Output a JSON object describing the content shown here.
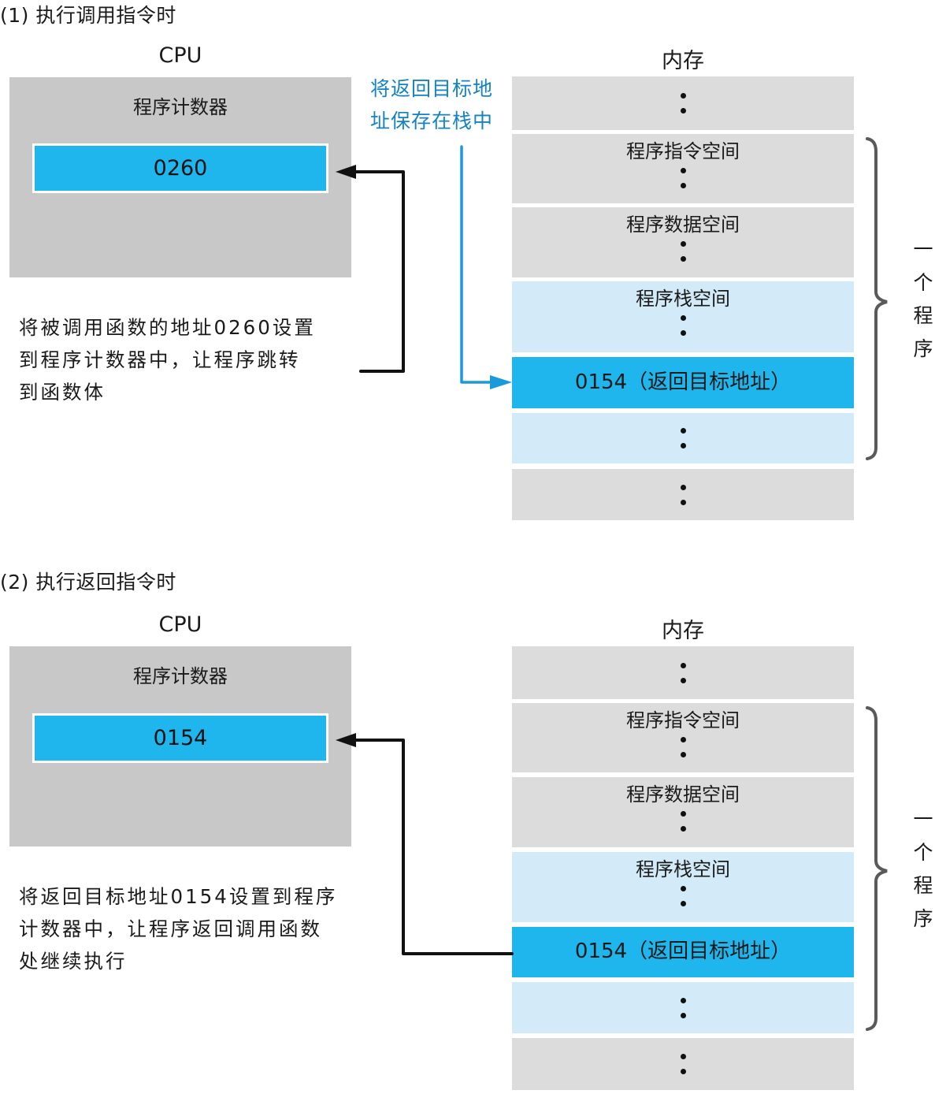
{
  "sections": [
    {
      "title": "(1) 执行调用指令时",
      "cpu_heading": "CPU",
      "pc_label": "程序计数器",
      "pc_value": "0260",
      "memory_heading": "内存",
      "note": [
        "将返回目标地",
        "址保存在栈中"
      ],
      "description": [
        "将被调用函数的地址0260设置",
        "到程序计数器中，让程序跳转",
        "到函数体"
      ],
      "memory_blocks": [
        {
          "label": "",
          "kind": "gray",
          "dots": true
        },
        {
          "label": "程序指令空间",
          "kind": "gray",
          "dots": true
        },
        {
          "label": "程序数据空间",
          "kind": "gray",
          "dots": true
        },
        {
          "label": "程序栈空间",
          "kind": "light",
          "dots": true
        },
        {
          "label": "0154（返回目标地址）",
          "kind": "highlight",
          "dots": false
        },
        {
          "label": "",
          "kind": "light",
          "dots": true
        },
        {
          "label": "",
          "kind": "gray",
          "dots": true
        }
      ],
      "brace_label": [
        "一",
        "个",
        "程",
        "序"
      ]
    },
    {
      "title": "(2) 执行返回指令时",
      "cpu_heading": "CPU",
      "pc_label": "程序计数器",
      "pc_value": "0154",
      "memory_heading": "内存",
      "description": [
        "将返回目标地址0154设置到程序",
        "计数器中，让程序返回调用函数",
        "处继续执行"
      ],
      "memory_blocks": [
        {
          "label": "",
          "kind": "gray",
          "dots": true
        },
        {
          "label": "程序指令空间",
          "kind": "gray",
          "dots": true
        },
        {
          "label": "程序数据空间",
          "kind": "gray",
          "dots": true
        },
        {
          "label": "程序栈空间",
          "kind": "light",
          "dots": true
        },
        {
          "label": "0154（返回目标地址）",
          "kind": "highlight",
          "dots": false
        },
        {
          "label": "",
          "kind": "light",
          "dots": true
        },
        {
          "label": "",
          "kind": "gray",
          "dots": true
        }
      ],
      "brace_label": [
        "一",
        "个",
        "程",
        "序"
      ]
    }
  ],
  "colors": {
    "cpu_box": "#c8c8c9",
    "register": "#1eb6ec",
    "memory_gray": "#dcdcdc",
    "memory_stack": "#d3ebf8",
    "memory_highlight": "#1eb6ec",
    "note_text": "#1583c2",
    "blue_arrow": "#1a9ad9",
    "black_arrow": "#111111",
    "brace": "#5a5a5a"
  }
}
